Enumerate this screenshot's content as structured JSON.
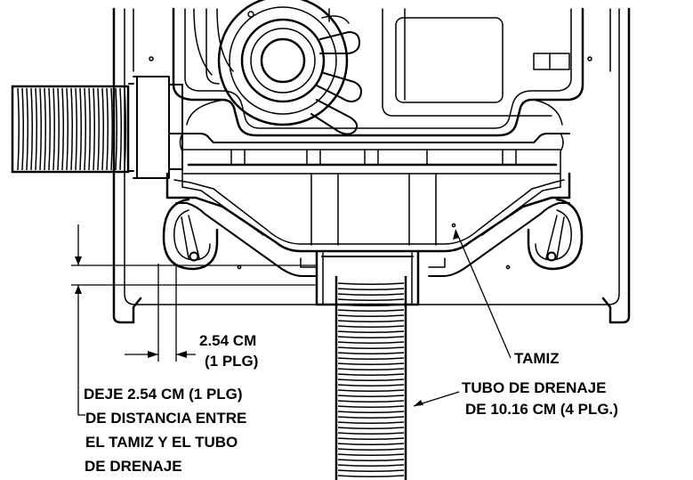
{
  "labels": {
    "dimension": {
      "line1": "2.54 CM",
      "line2": "(1 PLG)"
    },
    "screen": "TAMIZ",
    "drain_pipe": {
      "line1": "TUBO DE DRENAJE",
      "line2": "DE 10.16 CM (4 PLG.)"
    },
    "clearance_note": {
      "line1": "DEJE 2.54 CM (1 PLG)",
      "line2": "DE DISTANCIA ENTRE",
      "line3": "EL TAMIZ Y EL TUBO",
      "line4": "DE DRENAJE"
    }
  },
  "colors": {
    "ink": "#000000",
    "paper": "#ffffff"
  }
}
